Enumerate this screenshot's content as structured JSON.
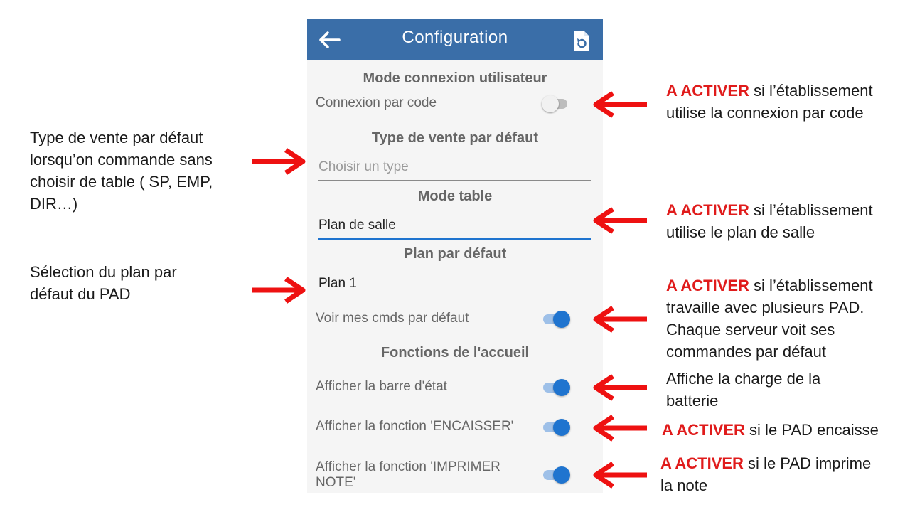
{
  "appbar": {
    "title": "Configuration",
    "back_icon": "arrow-left-icon",
    "reset_icon": "restore-file-icon",
    "color": "#3a6ea8"
  },
  "sections": {
    "user_mode": "Mode connexion utilisateur",
    "sale_type": "Type de vente par défaut",
    "table_mode": "Mode table",
    "default_plan": "Plan par défaut",
    "home_functions": "Fonctions de l'accueil"
  },
  "settings": {
    "code_login": {
      "label": "Connexion par code",
      "on": false
    },
    "sale_type_field": {
      "placeholder": "Choisir un type"
    },
    "table_mode_field": {
      "value": "Plan de salle"
    },
    "plan_field": {
      "value": "Plan 1"
    },
    "my_orders": {
      "label": "Voir mes cmds par défaut",
      "on": true
    },
    "status_bar": {
      "label": "Afficher la barre d'état",
      "on": true
    },
    "cash_in": {
      "label": "Afficher la fonction 'ENCAISSER'",
      "on": true
    },
    "print_note": {
      "label_line1": "Afficher la fonction 'IMPRIMER",
      "label_line2": "NOTE'",
      "on": true
    }
  },
  "annotations": {
    "left": {
      "sale_type": [
        "Type de vente par défaut",
        "lorsqu’on commande sans",
        "choisir de table ( SP, EMP,",
        "DIR…)"
      ],
      "plan": [
        "Sélection du plan par",
        "défaut du PAD"
      ]
    },
    "right": {
      "code_login": {
        "highlight": "A ACTIVER",
        "rest": " si l’établissement",
        "line2": "utilise la connexion par code"
      },
      "table_mode": {
        "highlight": "A ACTIVER",
        "rest": " si l’établissement",
        "line2": "utilise le plan de salle"
      },
      "my_orders": {
        "highlight": "A ACTIVER",
        "rest": " si l’établissement",
        "line2": "travaille avec plusieurs PAD.",
        "line3": "Chaque serveur voit ses",
        "line4": "commandes par défaut"
      },
      "status_bar": {
        "line1": "Affiche la charge de la",
        "line2": "batterie"
      },
      "cash_in": {
        "highlight": "A ACTIVER",
        "rest": " si le PAD encaisse"
      },
      "print_note": {
        "highlight": "A ACTIVER",
        "rest": " si le PAD imprime",
        "line2": "la note"
      }
    }
  },
  "colors": {
    "highlight": "#e01b1b",
    "arrow": "#ee1111",
    "switch_on": "#1f74cf"
  }
}
